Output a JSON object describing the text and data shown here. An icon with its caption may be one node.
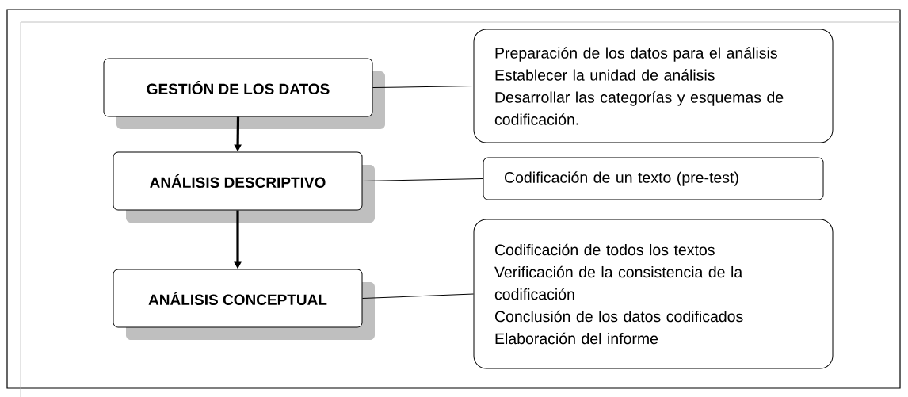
{
  "diagram": {
    "nodes": [
      {
        "text": [
          "GESTIÓN DE LOS DATOS"
        ]
      },
      {
        "text": [
          "ANÁLISIS DESCRIPTIVO"
        ]
      },
      {
        "text": [
          "ANÁLISIS CONCEPTUAL"
        ]
      },
      {
        "text": [
          "Preparación de los datos para el análisis",
          "Establecer la unidad de análisis",
          "Desarrollar las categorías y esquemas de codificación."
        ]
      },
      {
        "text": [
          "Codificación de un texto (pre-test)"
        ]
      },
      {
        "text": [
          "Codificación de todos los textos",
          "Verificación de la consistencia de la codificación",
          "Conclusión de los datos codificados",
          "Elaboración del informe"
        ]
      }
    ],
    "edges": [
      {
        "from": 0,
        "to": 1,
        "arrow": "to",
        "style": "thick"
      },
      {
        "from": 1,
        "to": 2,
        "arrow": "to",
        "style": "thick"
      },
      {
        "from": 0,
        "to": 3,
        "arrow": "none"
      },
      {
        "from": 1,
        "to": 4,
        "arrow": "none"
      },
      {
        "from": 2,
        "to": 5,
        "arrow": "none"
      }
    ]
  }
}
